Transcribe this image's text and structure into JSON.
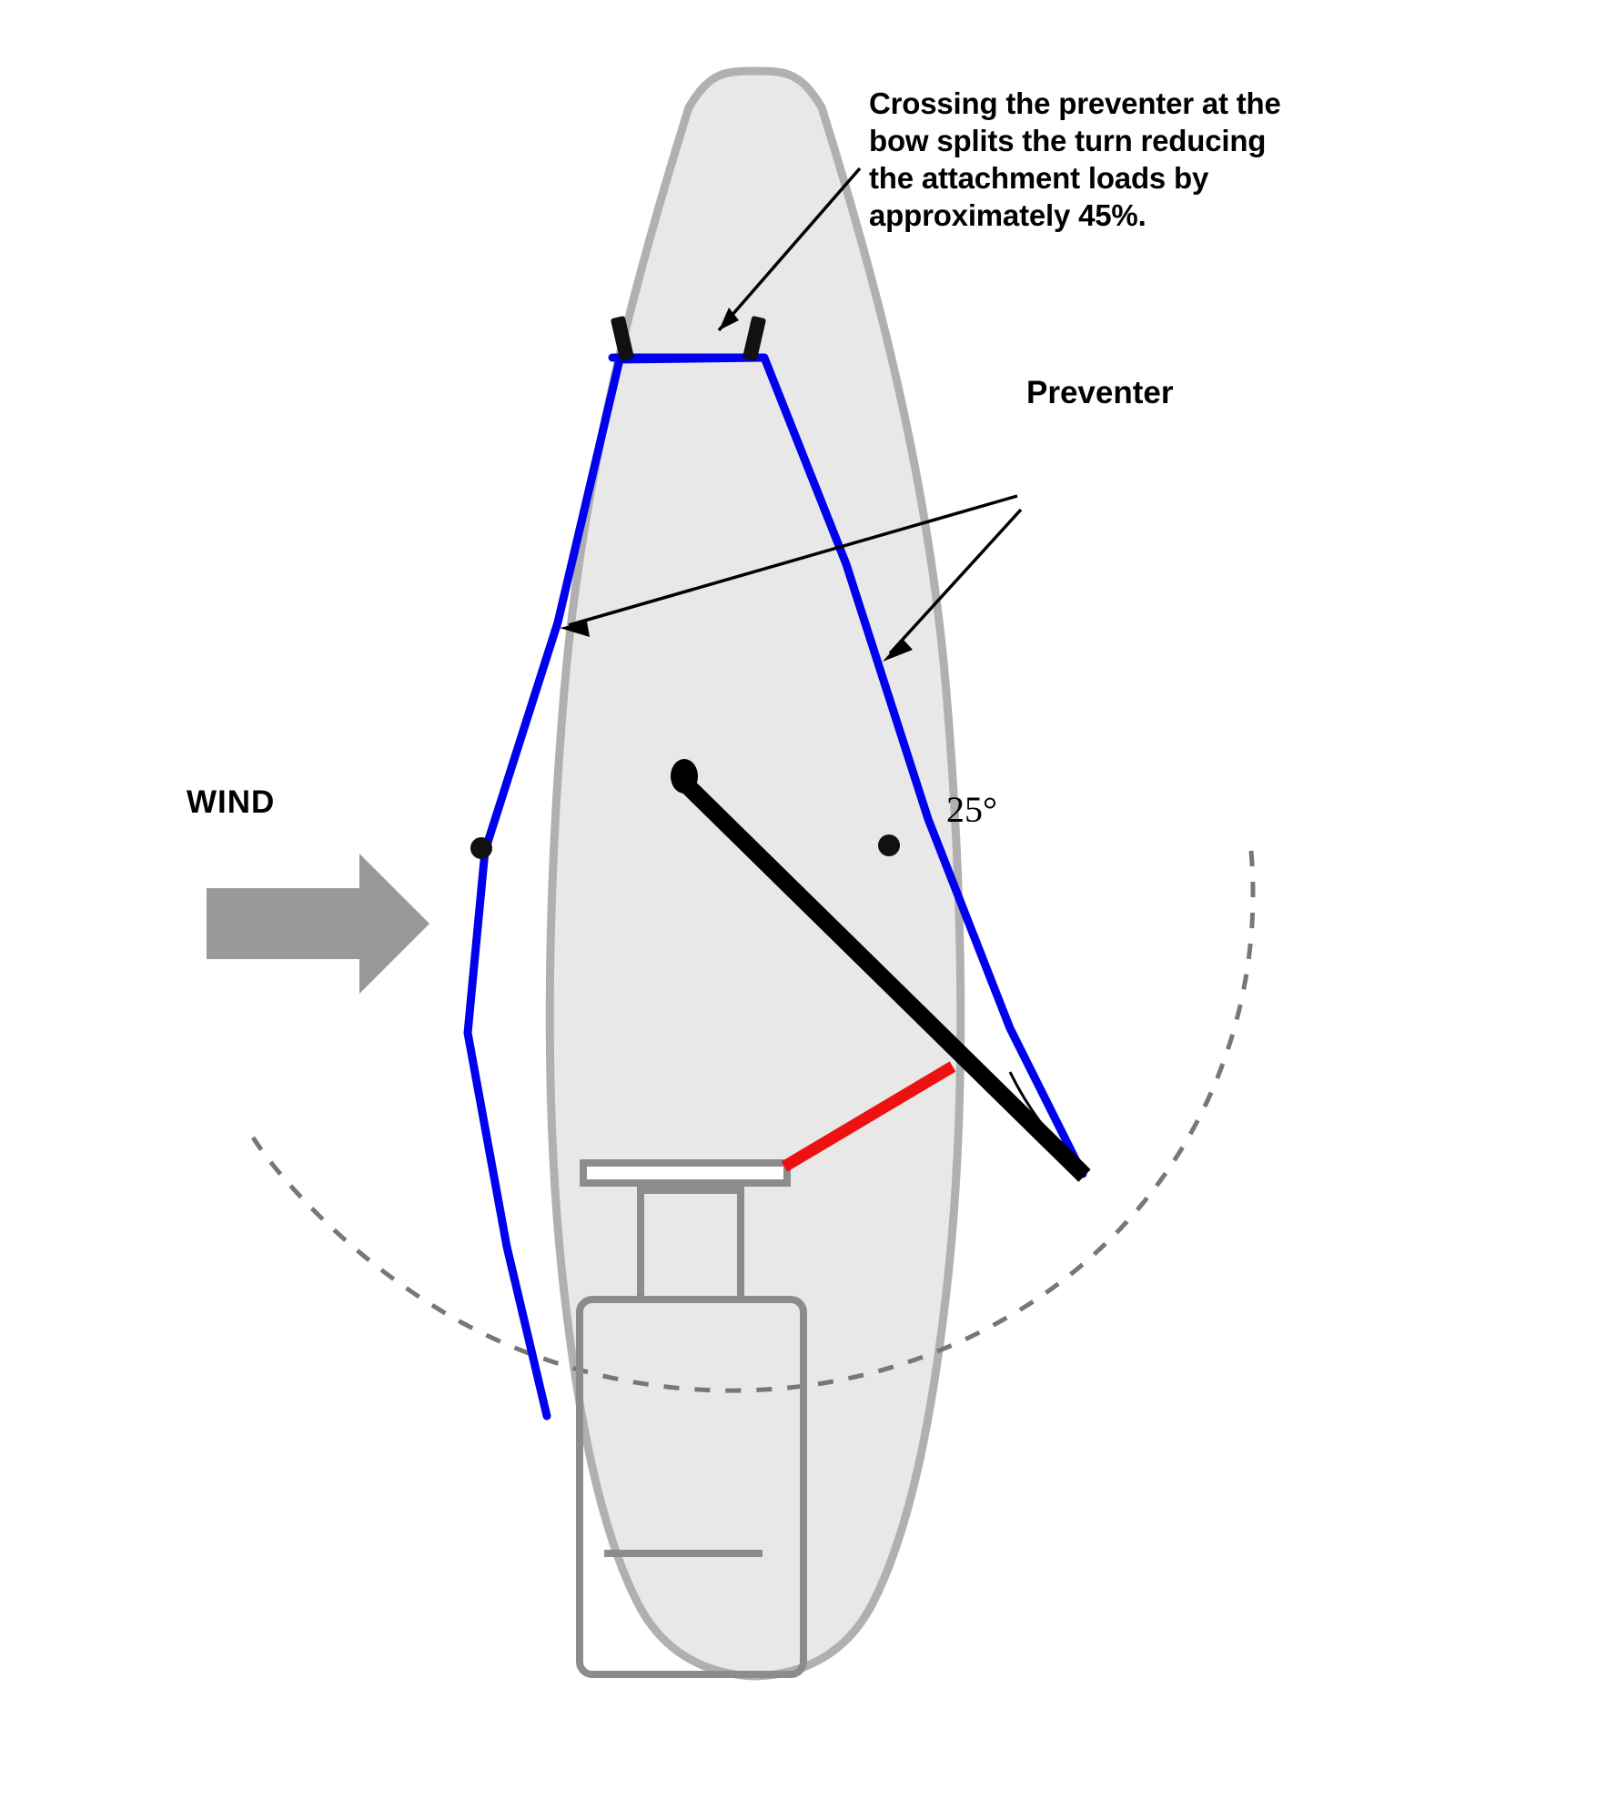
{
  "diagram": {
    "title": "Preventer rigging deck plan",
    "annotations": {
      "callout_note": "Crossing the preventer at the\nbow splits the turn reducing\nthe attachment loads by\napproximately 45%.",
      "preventer_label": "Preventer",
      "wind_label": "WIND",
      "boom_angle_label": "25°"
    },
    "values": {
      "load_reduction_percent": "45%",
      "boom_angle_degrees": "25"
    },
    "colors": {
      "preventer_line": "#0000ee",
      "vang_line": "#ee1111",
      "boom": "#000000",
      "hull_fill": "#e8e8e8",
      "hull_outline": "#b0b0b0",
      "wind_arrow": "#999999",
      "deck_hardware": "#8c8c8c",
      "swing_arc": "#777777",
      "leader_line": "#000000"
    },
    "parts": [
      {
        "name": "hull",
        "label": "Hull deck outline"
      },
      {
        "name": "preventer-port",
        "label": "Preventer port leg"
      },
      {
        "name": "preventer-starboard",
        "label": "Preventer starboard leg"
      },
      {
        "name": "bow-fitting-port",
        "label": "Port bow fitting"
      },
      {
        "name": "bow-fitting-starboard",
        "label": "Starboard bow fitting"
      },
      {
        "name": "boom",
        "label": "Boom"
      },
      {
        "name": "mast",
        "label": "Mast"
      },
      {
        "name": "vang",
        "label": "Vang"
      },
      {
        "name": "traveler",
        "label": "Traveler"
      },
      {
        "name": "companionway",
        "label": "Companionway"
      },
      {
        "name": "cockpit",
        "label": "Cockpit"
      },
      {
        "name": "swing-arc",
        "label": "Boom swing arc"
      },
      {
        "name": "turning-block-port",
        "label": "Port turning block"
      },
      {
        "name": "turning-block-starboard",
        "label": "Starboard turning block"
      }
    ]
  }
}
